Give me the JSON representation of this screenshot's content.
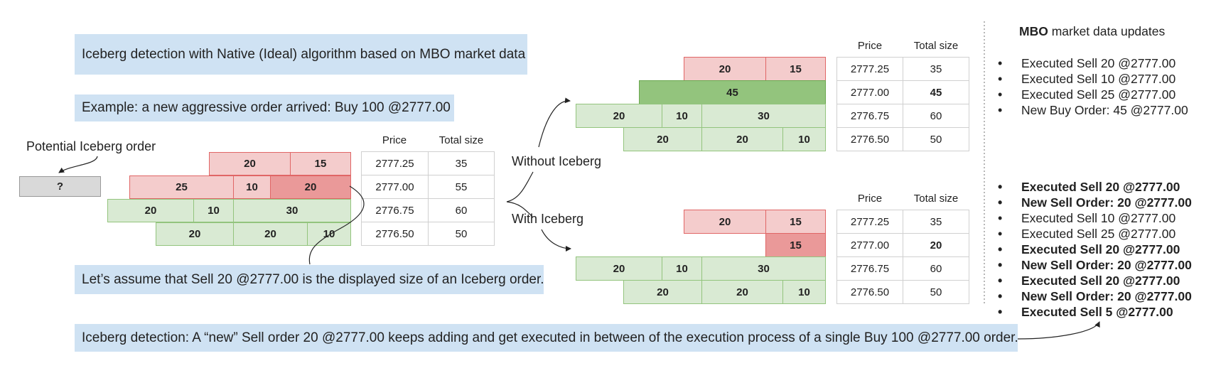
{
  "title_box": "Iceberg detection with Native (Ideal) algorithm based on MBO market data",
  "example_box": "Example: a new aggressive order arrived: Buy 100 @2777.00",
  "assume_box": "Let’s assume that Sell 20 @2777.00 is the displayed size of an Iceberg order.",
  "detection_box": "Iceberg detection: A “new” Sell order 20 @2777.00 keeps adding and get executed in between of the execution process of a single Buy 100 @2777.00 order.",
  "potential_label": "Potential Iceberg order",
  "unknown_label": "?",
  "without_label": "Without Iceberg",
  "with_label": "With Iceberg",
  "col_price": "Price",
  "col_total": "Total size",
  "book_initial": {
    "rows": [
      {
        "segs": [
          "20",
          "15"
        ],
        "price": "2777.25",
        "total": "35"
      },
      {
        "segs": [
          "25",
          "10",
          "20"
        ],
        "price": "2777.00",
        "total": "55"
      },
      {
        "segs": [
          "20",
          "10",
          "30"
        ],
        "price": "2776.75",
        "total": "60"
      },
      {
        "segs": [
          "20",
          "20",
          "10"
        ],
        "price": "2776.50",
        "total": "50"
      }
    ]
  },
  "book_without": {
    "rows": [
      {
        "segs": [
          "20",
          "15"
        ],
        "price": "2777.25",
        "total": "35"
      },
      {
        "segs": [
          "45"
        ],
        "price": "2777.00",
        "total": "45"
      },
      {
        "segs": [
          "20",
          "10",
          "30"
        ],
        "price": "2776.75",
        "total": "60"
      },
      {
        "segs": [
          "20",
          "20",
          "10"
        ],
        "price": "2776.50",
        "total": "50"
      }
    ]
  },
  "book_with": {
    "rows": [
      {
        "segs": [
          "20",
          "15"
        ],
        "price": "2777.25",
        "total": "35"
      },
      {
        "segs": [
          "15"
        ],
        "price": "2777.00",
        "total": "20"
      },
      {
        "segs": [
          "20",
          "10",
          "30"
        ],
        "price": "2776.75",
        "total": "60"
      },
      {
        "segs": [
          "20",
          "20",
          "10"
        ],
        "price": "2776.50",
        "total": "50"
      }
    ]
  },
  "mbo_heading_bold": "MBO",
  "mbo_heading_rest": " market data updates",
  "updates_without": [
    "Executed Sell 20 @2777.00",
    "Executed Sell 10 @2777.00",
    "Executed Sell 25 @2777.00",
    "New Buy Order: 45 @2777.00"
  ],
  "updates_with": [
    "Executed Sell 20 @2777.00",
    "New Sell Order: 20 @2777.00",
    "Executed Sell 10 @2777.00",
    "Executed Sell 25 @2777.00",
    "Executed Sell 20 @2777.00",
    "New Sell Order: 20 @2777.00",
    "Executed Sell 20 @2777.00",
    "New Sell Order: 20 @2777.00",
    "Executed Sell 5 @2777.00"
  ],
  "colors": {
    "box_blue": "#cfe2f3",
    "ask": "#f4cccc",
    "ask_dark": "#ea9999",
    "bid": "#d9ead3",
    "bid_dark": "#93c47d"
  }
}
